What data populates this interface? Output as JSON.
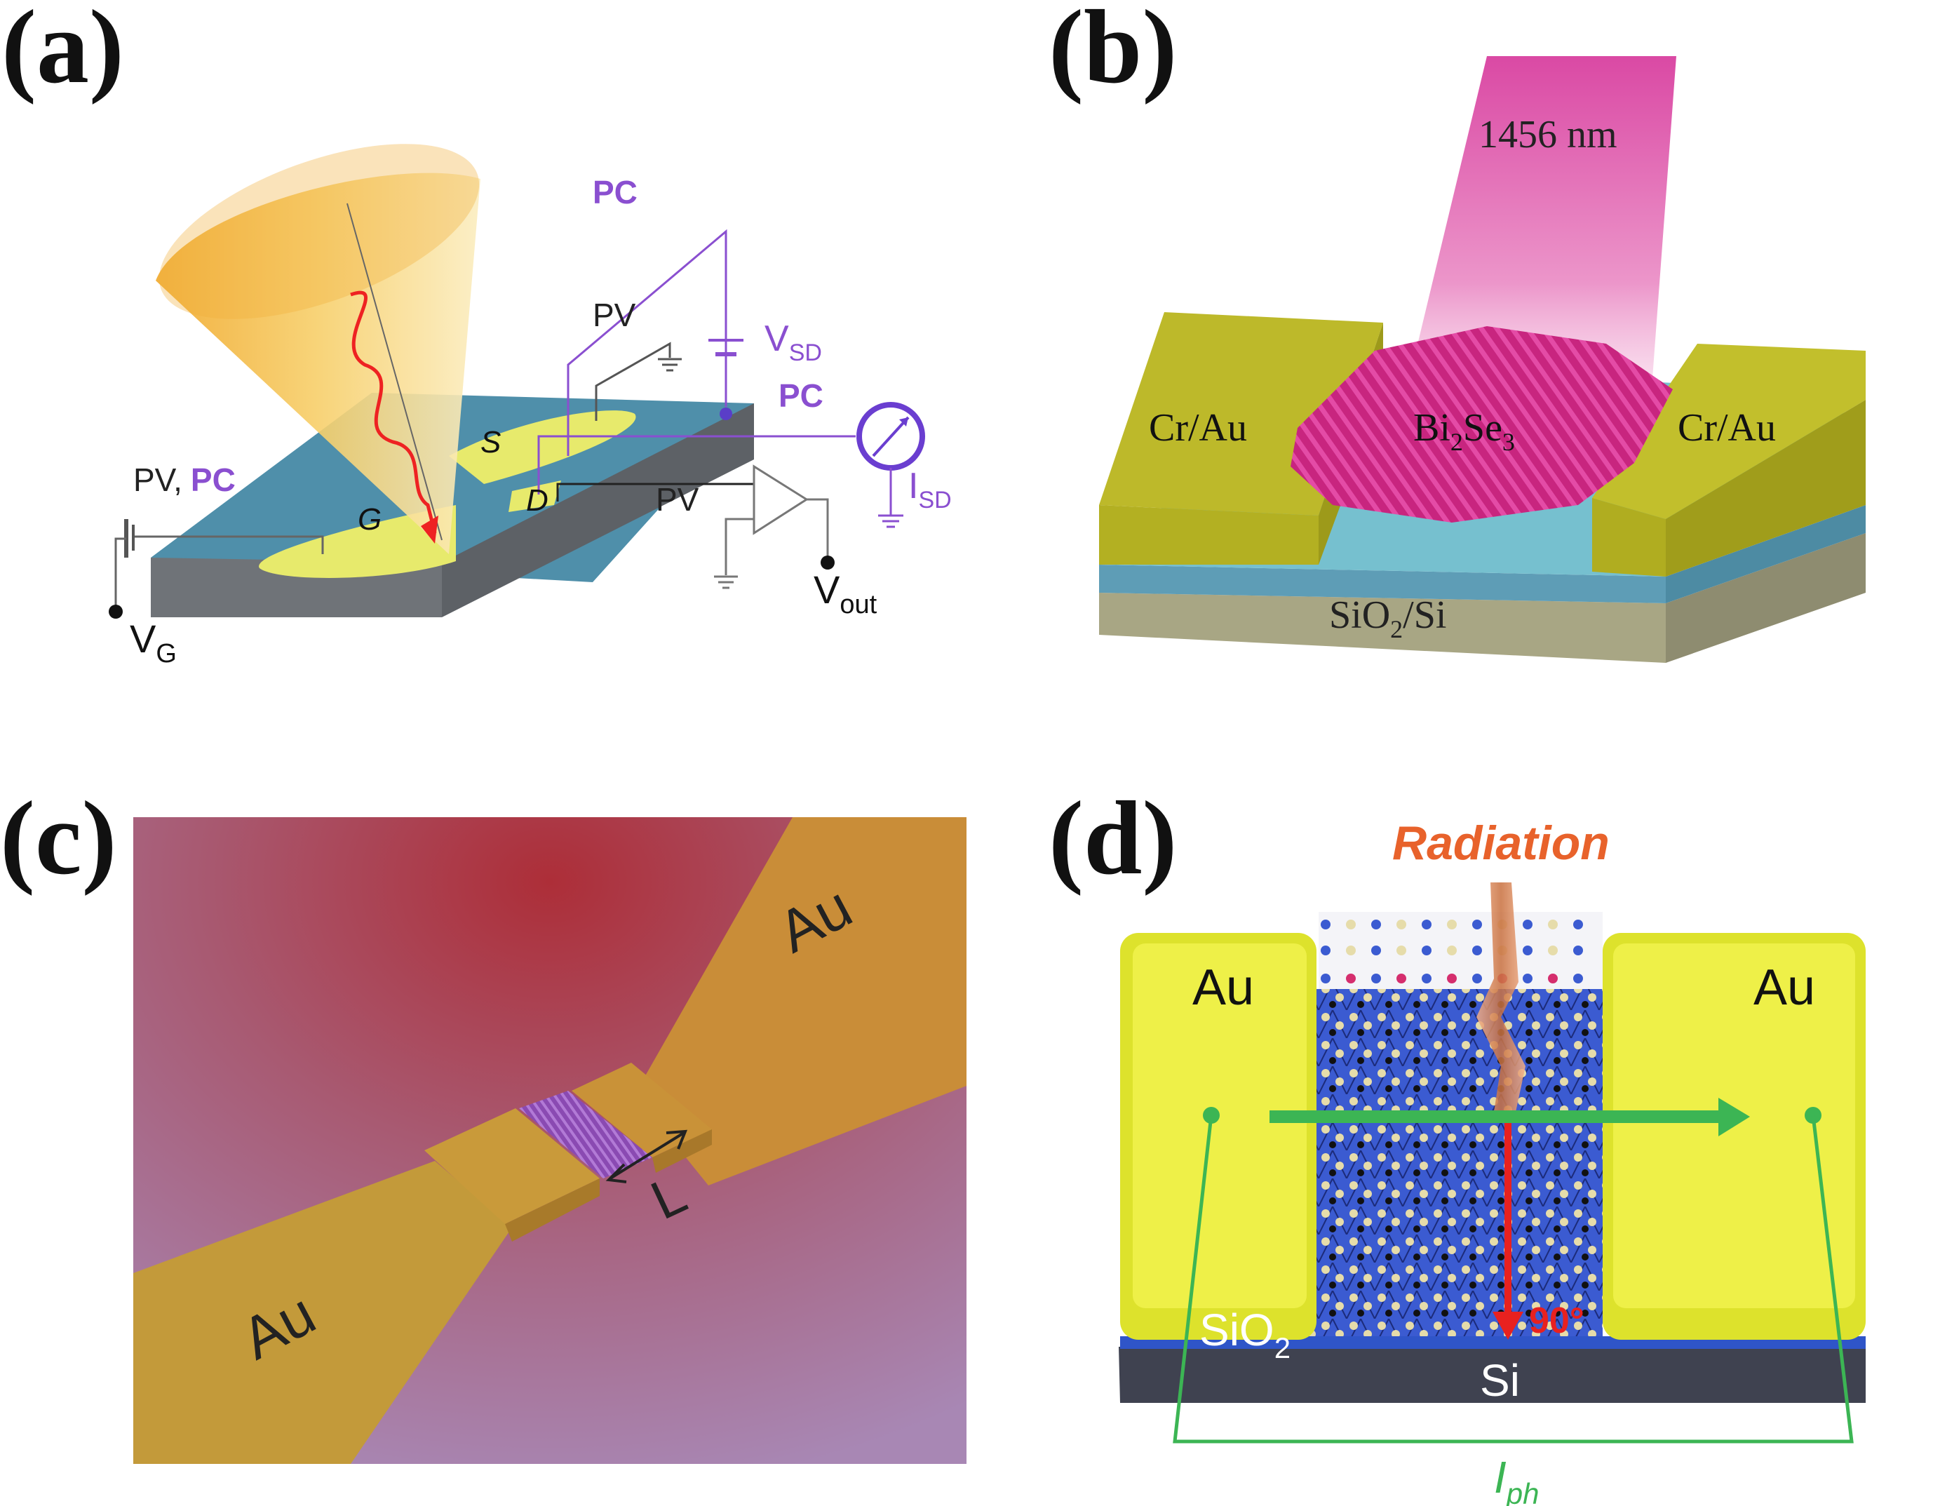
{
  "panels": {
    "a": {
      "label": "(a)",
      "pc_top": "PC",
      "vsd_main": "V",
      "vsd_sub": "SD",
      "pv_top": "PV",
      "pc_right": "PC",
      "isd_main": "I",
      "isd_sub": "SD",
      "pv_pc_left_pv": "PV,",
      "pv_pc_left_pc": "PC",
      "source": "S",
      "gate": "G",
      "drain": "D",
      "pv_right": "PV",
      "vout_main": "V",
      "vout_sub": "out",
      "vg_main": "V",
      "vg_sub": "G"
    },
    "b": {
      "label": "(b)",
      "wavelength": "1456 nm",
      "electrode_left": "Cr/Au",
      "electrode_right": "Cr/Au",
      "material_main": "Bi",
      "material_sub1": "2",
      "material_mid": "Se",
      "material_sub2": "3",
      "substrate_main": "SiO",
      "substrate_sub": "2",
      "substrate_rest": "/Si"
    },
    "c": {
      "label": "(c)",
      "electrode_left": "Au",
      "electrode_right": "Au",
      "length": "L"
    },
    "d": {
      "label": "(d)",
      "radiation": "Radiation",
      "electrode_left": "Au",
      "electrode_right": "Au",
      "sio2_main": "SiO",
      "sio2_sub": "2",
      "si": "Si",
      "angle": "90°",
      "iph_main": "I",
      "iph_sub": "ph"
    }
  },
  "colors": {
    "purple_circuit": "#8a4fd0",
    "gold_cone": "#f2b63a",
    "substrate_teal": "#4d8eaa",
    "electrode_yellow": "#e6ea6a",
    "bi2se3_magenta": "#d52e8e",
    "cr_au": "#b9b626",
    "green_current": "#3cb554",
    "red_arrow": "#e8211f",
    "radiation_orange": "#e8622b"
  }
}
